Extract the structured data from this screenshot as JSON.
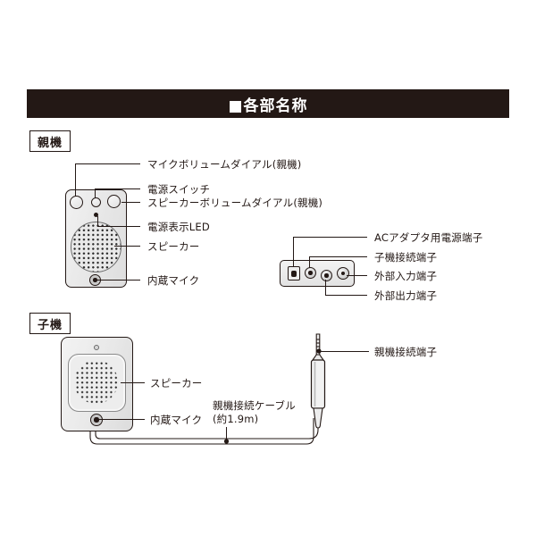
{
  "header": {
    "title": "■各部名称"
  },
  "sections": {
    "main_unit_chip": "親機",
    "sub_unit_chip": "子機"
  },
  "main_unit": {
    "labels": [
      {
        "text": "マイクボリュームダイアル(親機)"
      },
      {
        "text": "電源スイッチ"
      },
      {
        "text": "スピーカーボリュームダイアル(親機)"
      },
      {
        "text": "電源表示LED"
      },
      {
        "text": "スピーカー"
      },
      {
        "text": "内蔵マイク"
      }
    ]
  },
  "connector_panel": {
    "labels": [
      {
        "text": "ACアダプタ用電源端子"
      },
      {
        "text": "子機接続端子"
      },
      {
        "text": "外部入力端子"
      },
      {
        "text": "外部出力端子"
      }
    ]
  },
  "sub_unit": {
    "labels": [
      {
        "text": "スピーカー"
      },
      {
        "text": "内蔵マイク"
      }
    ],
    "cable_label_line1": "親機接続ケーブル",
    "cable_label_line2": "(約1.9m)",
    "plug_label": "親機接続端子"
  },
  "colors": {
    "ink": "#231815",
    "header_bg": "#231815",
    "header_text": "#ffffff",
    "body_fill": "#e9e9e9",
    "page_bg": "#ffffff"
  }
}
